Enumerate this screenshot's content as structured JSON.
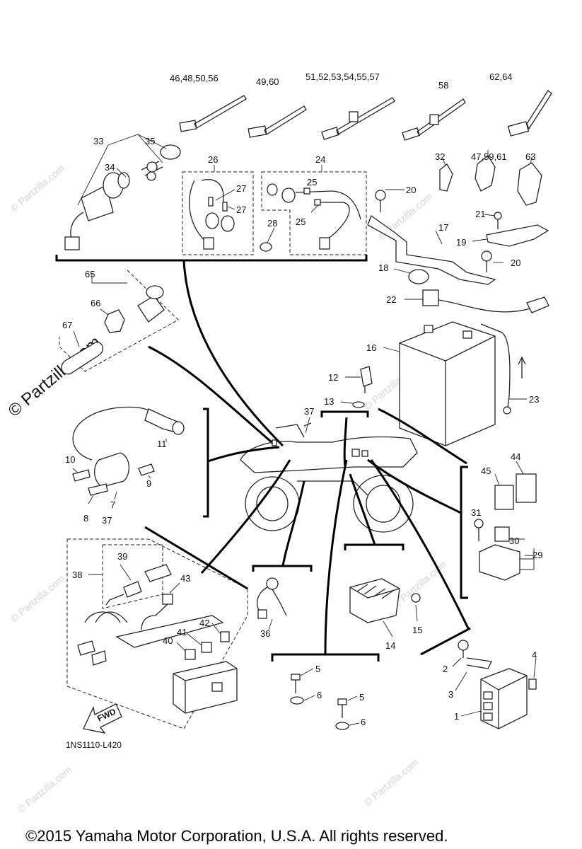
{
  "labels": {
    "l_46_48_50_56": "46,48,50,56",
    "l_49_60": "49,60",
    "l_51_57": "51,52,53,54,55,57",
    "l_58": "58",
    "l_62_64": "62,64",
    "l_33": "33",
    "l_34": "34",
    "l_35": "35",
    "l_26": "26",
    "l_27a": "27",
    "l_27b": "27",
    "l_24": "24",
    "l_25a": "25",
    "l_25b": "25",
    "l_28": "28",
    "l_32": "32",
    "l_47_59_61": "47,59,61",
    "l_63": "63",
    "l_20a": "20",
    "l_21": "21",
    "l_17": "17",
    "l_19": "19",
    "l_20b": "20",
    "l_18": "18",
    "l_22": "22",
    "l_65": "65",
    "l_66": "66",
    "l_67": "67",
    "l_16": "16",
    "l_12": "12",
    "l_13": "13",
    "l_23": "23",
    "l_37a": "37",
    "l_11": "11",
    "l_10": "10",
    "l_9": "9",
    "l_7": "7",
    "l_8": "8",
    "l_44": "44",
    "l_45": "45",
    "l_31": "31",
    "l_30": "30",
    "l_29": "29",
    "l_37b": "37",
    "l_39": "39",
    "l_38": "38",
    "l_43": "43",
    "l_42": "42",
    "l_41": "41",
    "l_40": "40",
    "l_36": "36",
    "l_15": "15",
    "l_14": "14",
    "l_5a": "5",
    "l_6a": "6",
    "l_5b": "5",
    "l_6b": "6",
    "l_2": "2",
    "l_4": "4",
    "l_3": "3",
    "l_1": "1"
  },
  "fwd_label": "FWD",
  "diagram_code": "1NS1110-L420",
  "watermark_main": "© Partzilla.com",
  "watermark_small": "© Partzilla.com",
  "copyright": "©2015 Yamaha Motor Corporation, U.S.A. All rights reserved."
}
